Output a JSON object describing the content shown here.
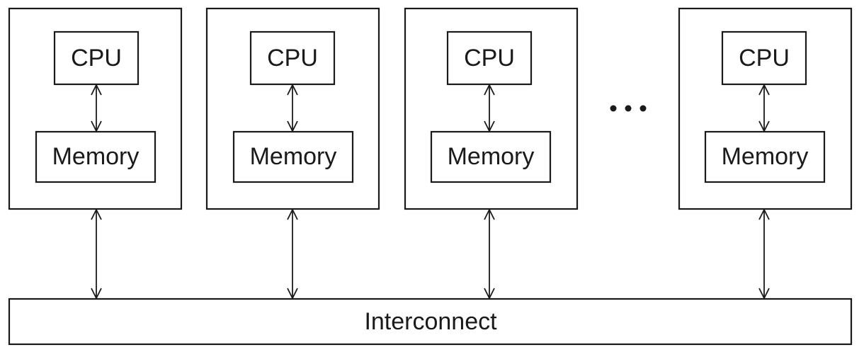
{
  "nodes": [
    {
      "cpu_label": "CPU",
      "memory_label": "Memory"
    },
    {
      "cpu_label": "CPU",
      "memory_label": "Memory"
    },
    {
      "cpu_label": "CPU",
      "memory_label": "Memory"
    },
    {
      "cpu_label": "CPU",
      "memory_label": "Memory"
    }
  ],
  "ellipsis": "• • •",
  "interconnect_label": "Interconnect",
  "colors": {
    "stroke": "#1a1a1a",
    "background": "#ffffff"
  }
}
